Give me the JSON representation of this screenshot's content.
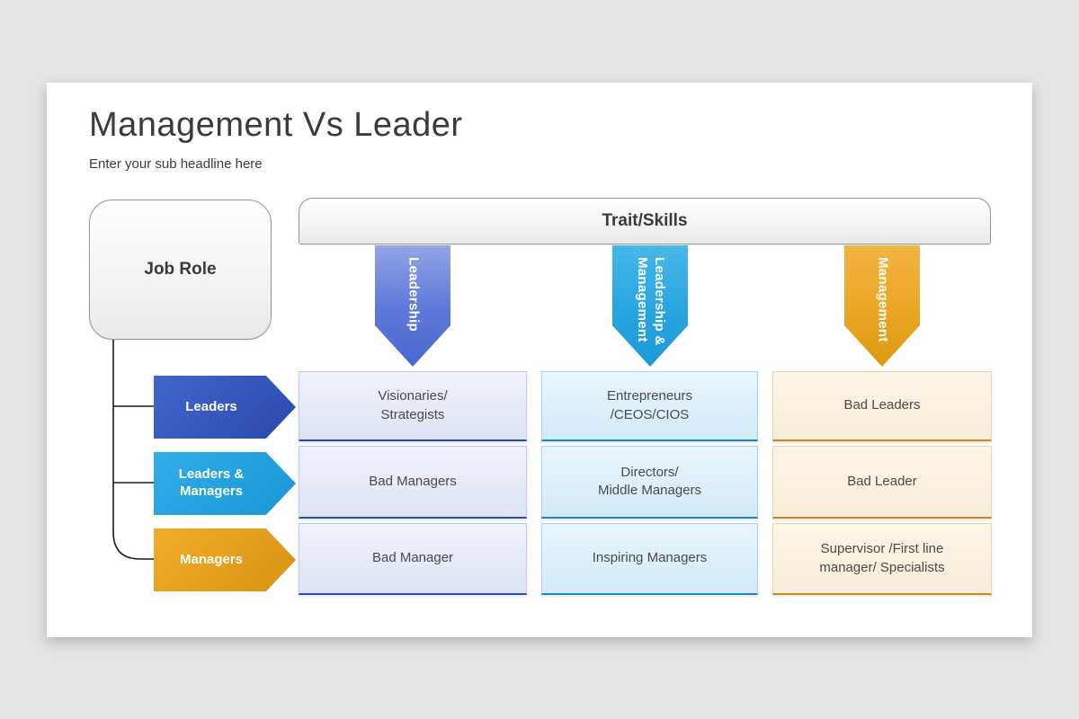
{
  "slide": {
    "title": "Management Vs Leader",
    "subtitle": "Enter your sub headline here"
  },
  "diagram": {
    "row_axis": {
      "label": "Job Role"
    },
    "col_axis": {
      "label": "Trait/Skills"
    },
    "col_arrows": [
      {
        "label": "Leadership",
        "color": "#4a68d1"
      },
      {
        "label": "Leadership &\nManagement",
        "color": "#1b9ad8"
      },
      {
        "label": "Management",
        "color": "#dc9a12"
      }
    ],
    "row_arrows": [
      {
        "label": "Leaders",
        "color": "#2b49ae"
      },
      {
        "label": "Leaders &\nManagers",
        "color": "#1a96d4"
      },
      {
        "label": "Managers",
        "color": "#d99214"
      }
    ],
    "cells": {
      "r0": [
        "Visionaries/\nStrategists",
        "Entrepreneurs\n/CEOS/CIOS",
        "Bad Leaders"
      ],
      "r1": [
        "Bad Managers",
        "Directors/\nMiddle Managers",
        "Bad Leader"
      ],
      "r2": [
        "Bad Manager",
        "Inspiring Managers",
        "Supervisor /First line\nmanager/ Specialists"
      ]
    }
  }
}
